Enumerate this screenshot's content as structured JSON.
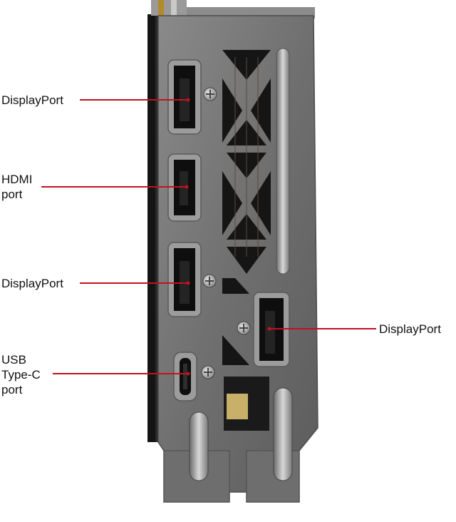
{
  "colors": {
    "leader_line": "#c1121f",
    "bracket_metal": "#7a7a7a",
    "bracket_dark": "#4c4c4c",
    "pcb_black": "#141414",
    "port_black": "#0e0e0e",
    "background": "#ffffff"
  },
  "labels": {
    "displayport_top": "DisplayPort",
    "hdmi": "HDMI\nport",
    "displayport_middle": "DisplayPort",
    "usb_c": "USB\nType-C\nport",
    "displayport_right": "DisplayPort"
  }
}
